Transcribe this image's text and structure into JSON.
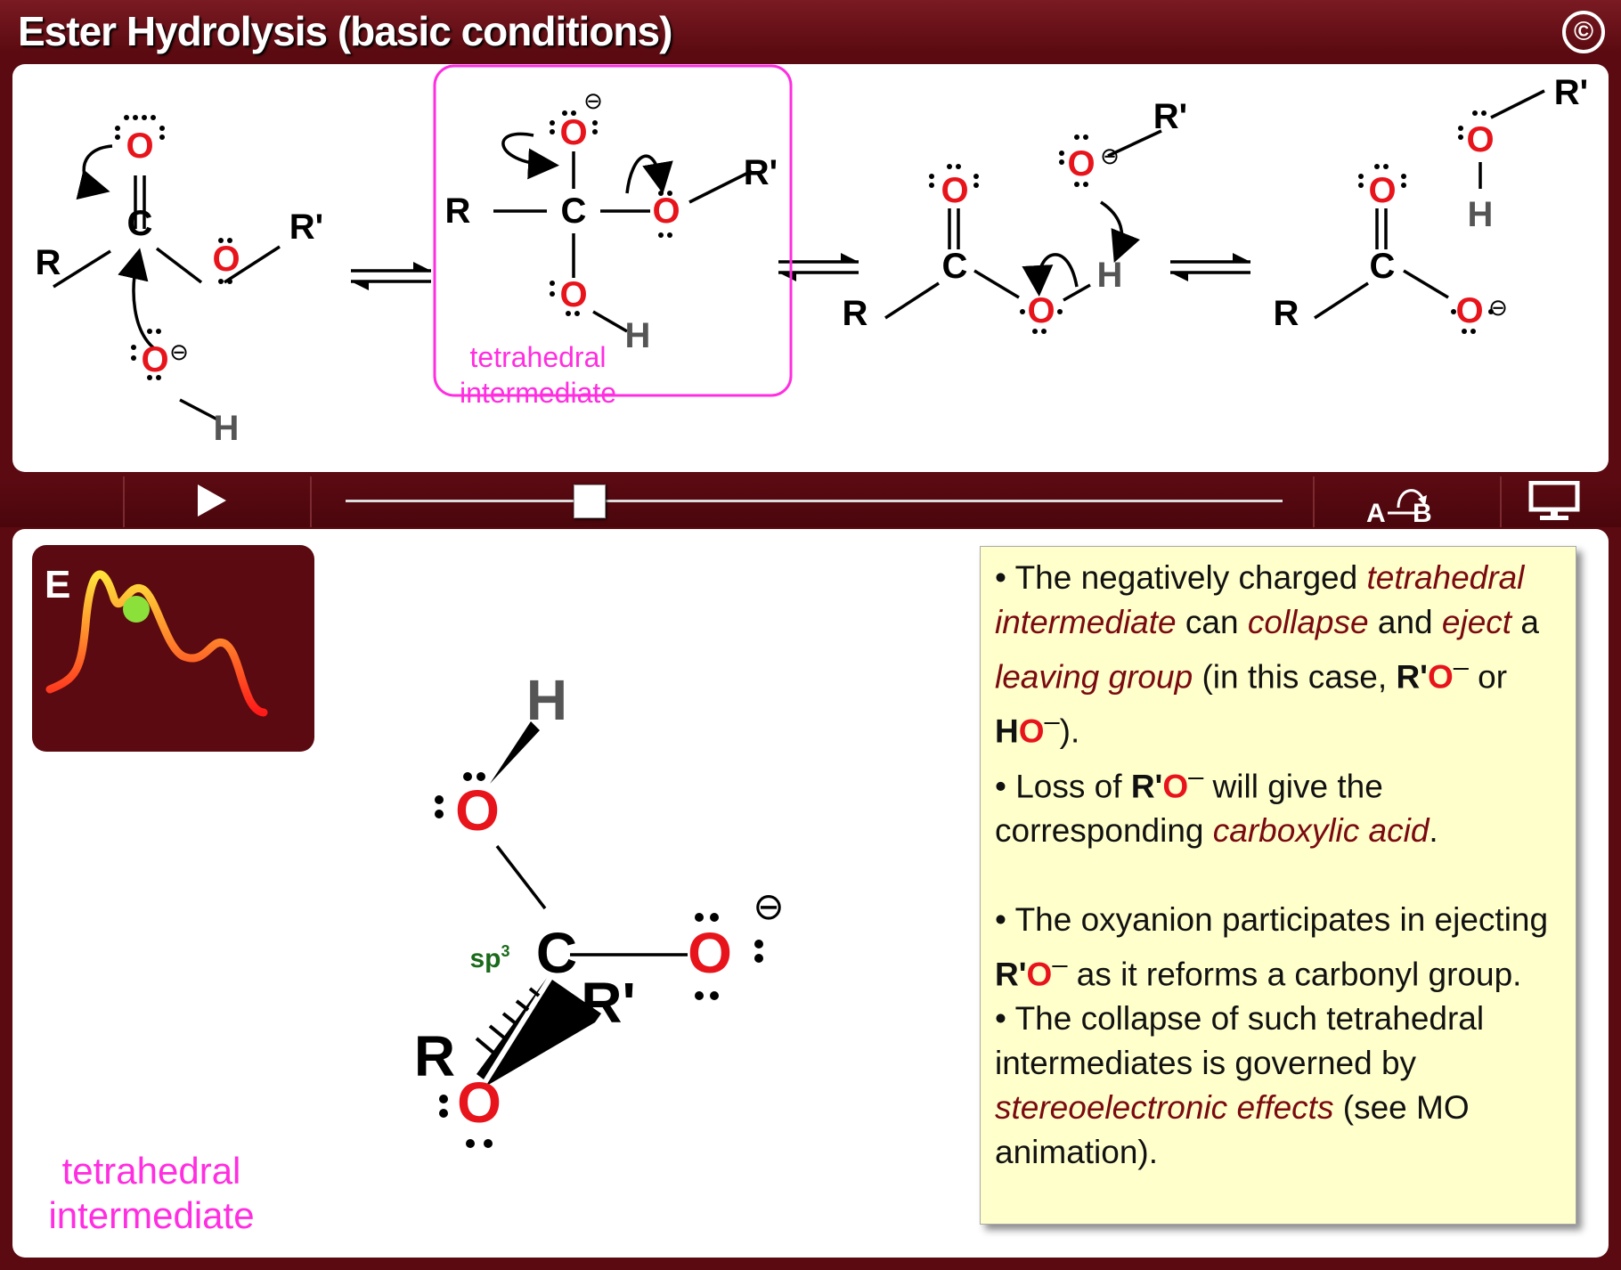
{
  "window": {
    "title": "Ester Hydrolysis (basic conditions)",
    "copyright_symbol": "©"
  },
  "reaction": {
    "atoms": {
      "R": "R",
      "R_prime": "R'",
      "C": "C",
      "O": "O",
      "H": "H"
    },
    "charge_symbol": "⊖",
    "highlight_label_line1": "tetrahedral",
    "highlight_label_line2": "intermediate",
    "highlight_color": "#ff2ee0",
    "oxygen_color": "#e8141c",
    "hydrogen_color": "#555555"
  },
  "controls": {
    "play_icon": "play-icon",
    "slider_progress": 0.26,
    "ab_icon_label_a": "A",
    "ab_icon_label_b": "B",
    "monitor_icon": "monitor-icon"
  },
  "energy_panel": {
    "label": "E",
    "curve_icon": "energy-diagram-icon",
    "marker_color": "#8be03a"
  },
  "model3d": {
    "hybridization_label": "sp",
    "hybridization_superscript": "3",
    "label_line1": "tetrahedral",
    "label_line2": "intermediate"
  },
  "note": {
    "p1": {
      "t1": "• The negatively charged ",
      "i1": "tetrahedral intermediate",
      "t2": " can ",
      "i2": "collapse",
      "t3": " and ",
      "i3": "eject",
      "t4": " a ",
      "i4": "leaving group",
      "t5": " (in this case, ",
      "b1": "R'",
      "r1": "O",
      "s1": "–",
      "t6": " or ",
      "b2": "H",
      "r2": "O",
      "s2": "–",
      "t7": ")."
    },
    "p2": {
      "t1": "• Loss of  ",
      "b1": "R'",
      "r1": "O",
      "s1": "–",
      "t2": " will give the corresponding ",
      "i1": "carboxylic acid",
      "t3": "."
    },
    "p3": {
      "t1": "• The oxyanion participates in ejecting ",
      "b1": "R'",
      "r1": "O",
      "s1": "–",
      "t2": " as it reforms a carbonyl group."
    },
    "p4": {
      "t1": "• The collapse of such tetrahedral intermediates is governed by ",
      "i1": "stereoelectronic effects",
      "t2": " (see MO animation)."
    }
  }
}
